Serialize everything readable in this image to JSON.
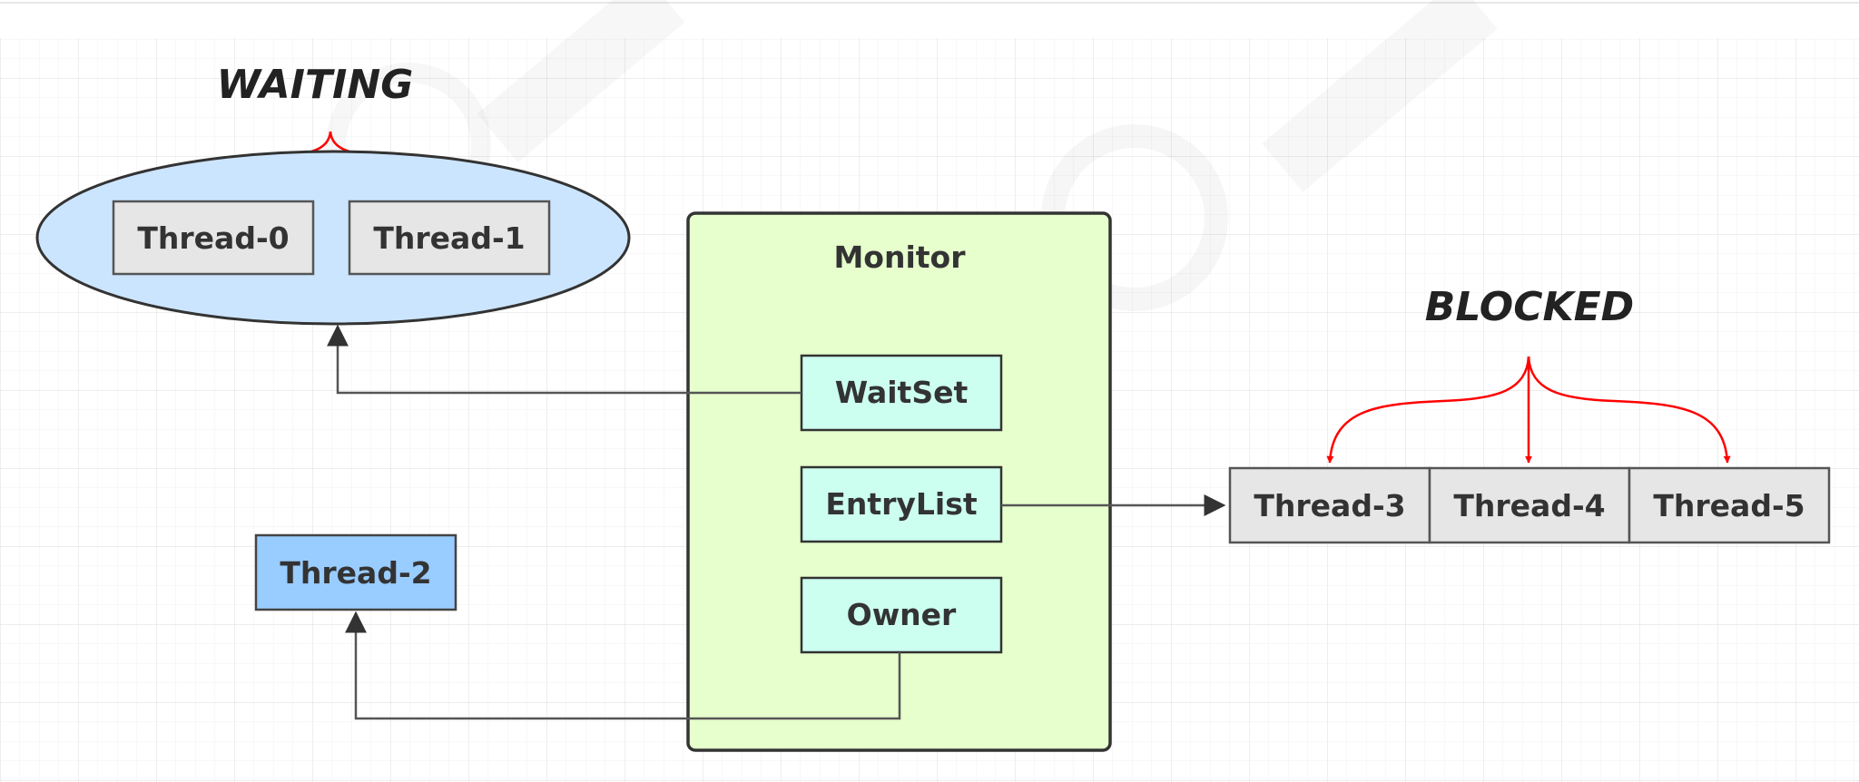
{
  "states": {
    "waiting": "WAITING",
    "blocked": "BLOCKED"
  },
  "monitor": {
    "title": "Monitor",
    "wait_set": "WaitSet",
    "entry_list": "EntryList",
    "owner": "Owner"
  },
  "threads": {
    "t0": "Thread-0",
    "t1": "Thread-1",
    "t2": "Thread-2",
    "t3": "Thread-3",
    "t4": "Thread-4",
    "t5": "Thread-5"
  },
  "colors": {
    "waiting_ellipse": "#cce5ff",
    "thread_box": "#e6e6e6",
    "thread2_box": "#99ccff",
    "monitor_fill": "#e6ffcc",
    "monitor_slot": "#ccfff0",
    "state_arrow": "#ff0000",
    "connector": "#555555"
  }
}
